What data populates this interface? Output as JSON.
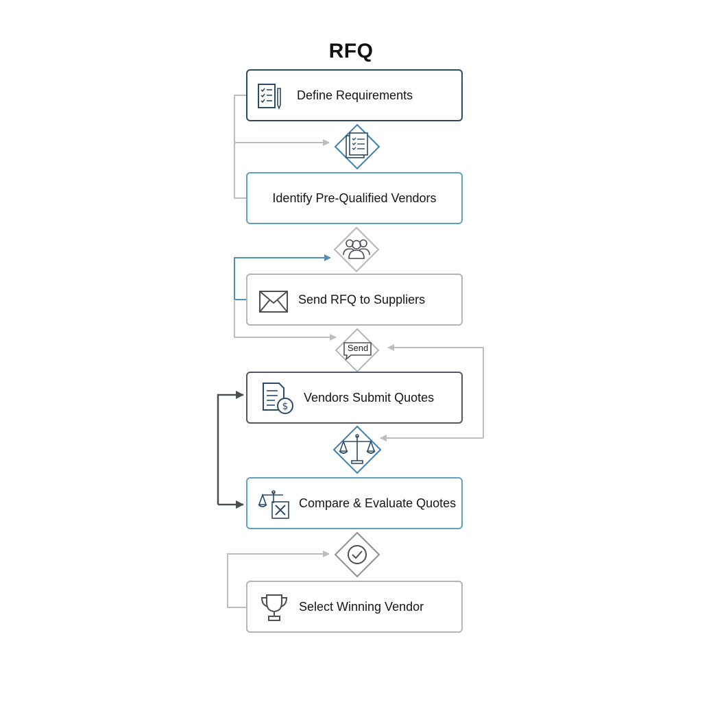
{
  "title": "RFQ",
  "steps": [
    {
      "id": "define",
      "label": "Define Requirements",
      "icon": "checklist-pen-icon"
    },
    {
      "id": "identify",
      "label": "Identify Pre-Qualified Vendors",
      "icon": ""
    },
    {
      "id": "send",
      "label": "Send RFQ to Suppliers",
      "icon": "envelope-icon"
    },
    {
      "id": "submit",
      "label": "Vendors Submit Quotes",
      "icon": "invoice-dollar-icon"
    },
    {
      "id": "compare",
      "label": "Compare & Evaluate Quotes",
      "icon": "scale-x-box-icon"
    },
    {
      "id": "select",
      "label": "Select Winning Vendor",
      "icon": "trophy-icon"
    }
  ],
  "connectors": [
    {
      "icon": "documents-checklist-icon"
    },
    {
      "icon": "people-group-icon"
    },
    {
      "icon": "send-bubble-icon",
      "label": "Send"
    },
    {
      "icon": "balance-scale-icon"
    },
    {
      "icon": "checkmark-circle-icon"
    }
  ],
  "colors": {
    "dark_border": "#2c4a66",
    "blue_border": "#5e9fc6",
    "gray_border": "#b5b5b5",
    "slate_border": "#4e5964",
    "line_gray": "#bdbdbd",
    "line_blue": "#4f8fb8",
    "line_dark": "#4a4f55"
  }
}
